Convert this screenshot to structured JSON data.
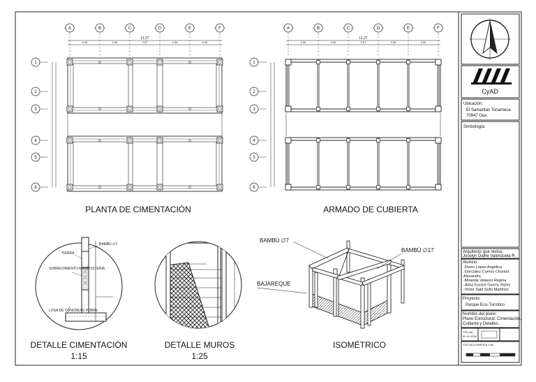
{
  "sheet": {
    "titles": {
      "planta": "PLANTA DE CIMENTACIÓN",
      "armado": "ARMADO DE CUBIERTA",
      "det_cim": "DETALLE CIMENTACIÓN",
      "det_cim_scale": "1:15",
      "det_muros": "DETALLE MUROS",
      "det_muros_scale": "1:25",
      "iso": "ISOMÉTRICO"
    },
    "col_axes": [
      "A",
      "B",
      "C",
      "D",
      "E",
      "F"
    ],
    "row_axes": [
      "1",
      "2",
      "3",
      "4",
      "5",
      "6"
    ],
    "overall_dim": "11.27",
    "span_dims": [
      "2.32",
      "2.33",
      "2.27",
      "2.33",
      "2.32"
    ],
    "iso_labels": {
      "bambu7": "BAMBÚ ∅7",
      "bambu17": "BAMBÚ ∅17",
      "bajareque": "BAJAREQUE"
    },
    "detail_notes": {
      "tierra": "TIERRA",
      "bambu_small": "BAMBÚ ∅7",
      "sobrecimiento": "SOBRECIMIENTO MAMPOSTERÍA",
      "losa": "LOSA DE CONCRETO POBRE"
    }
  },
  "title_block": {
    "logo_text": "CyAD",
    "ubicacion_label": "Ubicación:",
    "ubicacion_1": "El Samaritan Tonameca",
    "ubicacion_2": "70947 Oax.",
    "simbologia": "Simbología:",
    "arquitecto_label": "Arquitecto que revisa:",
    "arquitecto": "Jocelyn Dalhe Valenzuela R.",
    "alumnos_label": "Alumno:",
    "alumnos": [
      "-Flerro López Angélica",
      "-González Cuervo Chantal",
      "Alexandra",
      "-Miranda Velasco Regina",
      "-Alma Eunice García Yepez",
      "-Victor Said Solís Martínez"
    ],
    "proyecto_label": "Proyecto:",
    "proyecto": "Parque Eco-Turístico",
    "nombre_label": "Nombre del plano:",
    "nombre_1": "Plano Estructural: Cimentación,",
    "nombre_2": "Cubierta y Detalles.",
    "fecha_label": "FECHA",
    "fecha": "02-11-2024",
    "escala_grafica": "ESCALA GRÁFICA 1:50"
  }
}
